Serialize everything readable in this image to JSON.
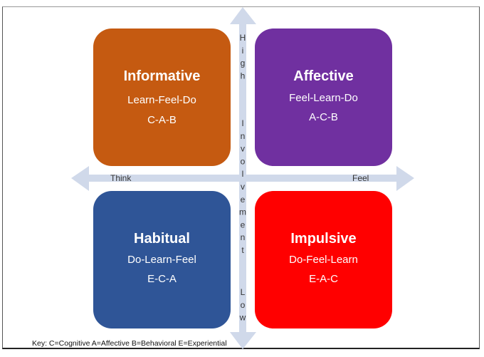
{
  "quadrants": [
    {
      "title": "Informative",
      "sequence": "Learn-Feel-Do",
      "code": "C-A-B",
      "color": "#C55A11"
    },
    {
      "title": "Affective",
      "sequence": "Feel-Learn-Do",
      "code": "A-C-B",
      "color": "#7030A0"
    },
    {
      "title": "Habitual",
      "sequence": "Do-Learn-Feel",
      "code": "E-C-A",
      "color": "#2F5597"
    },
    {
      "title": "Impulsive",
      "sequence": "Do-Feel-Learn",
      "code": "E-A-C",
      "color": "#FF0000"
    }
  ],
  "axes": {
    "vertical_high": "High",
    "vertical_label": "Involvement",
    "vertical_low": "Low",
    "horizontal_left": "Think",
    "horizontal_right": "Feel",
    "arrow_color": "#D0D9EA"
  },
  "key": "Key: C=Cognitive  A=Affective  B=Behavioral E=Experiential"
}
